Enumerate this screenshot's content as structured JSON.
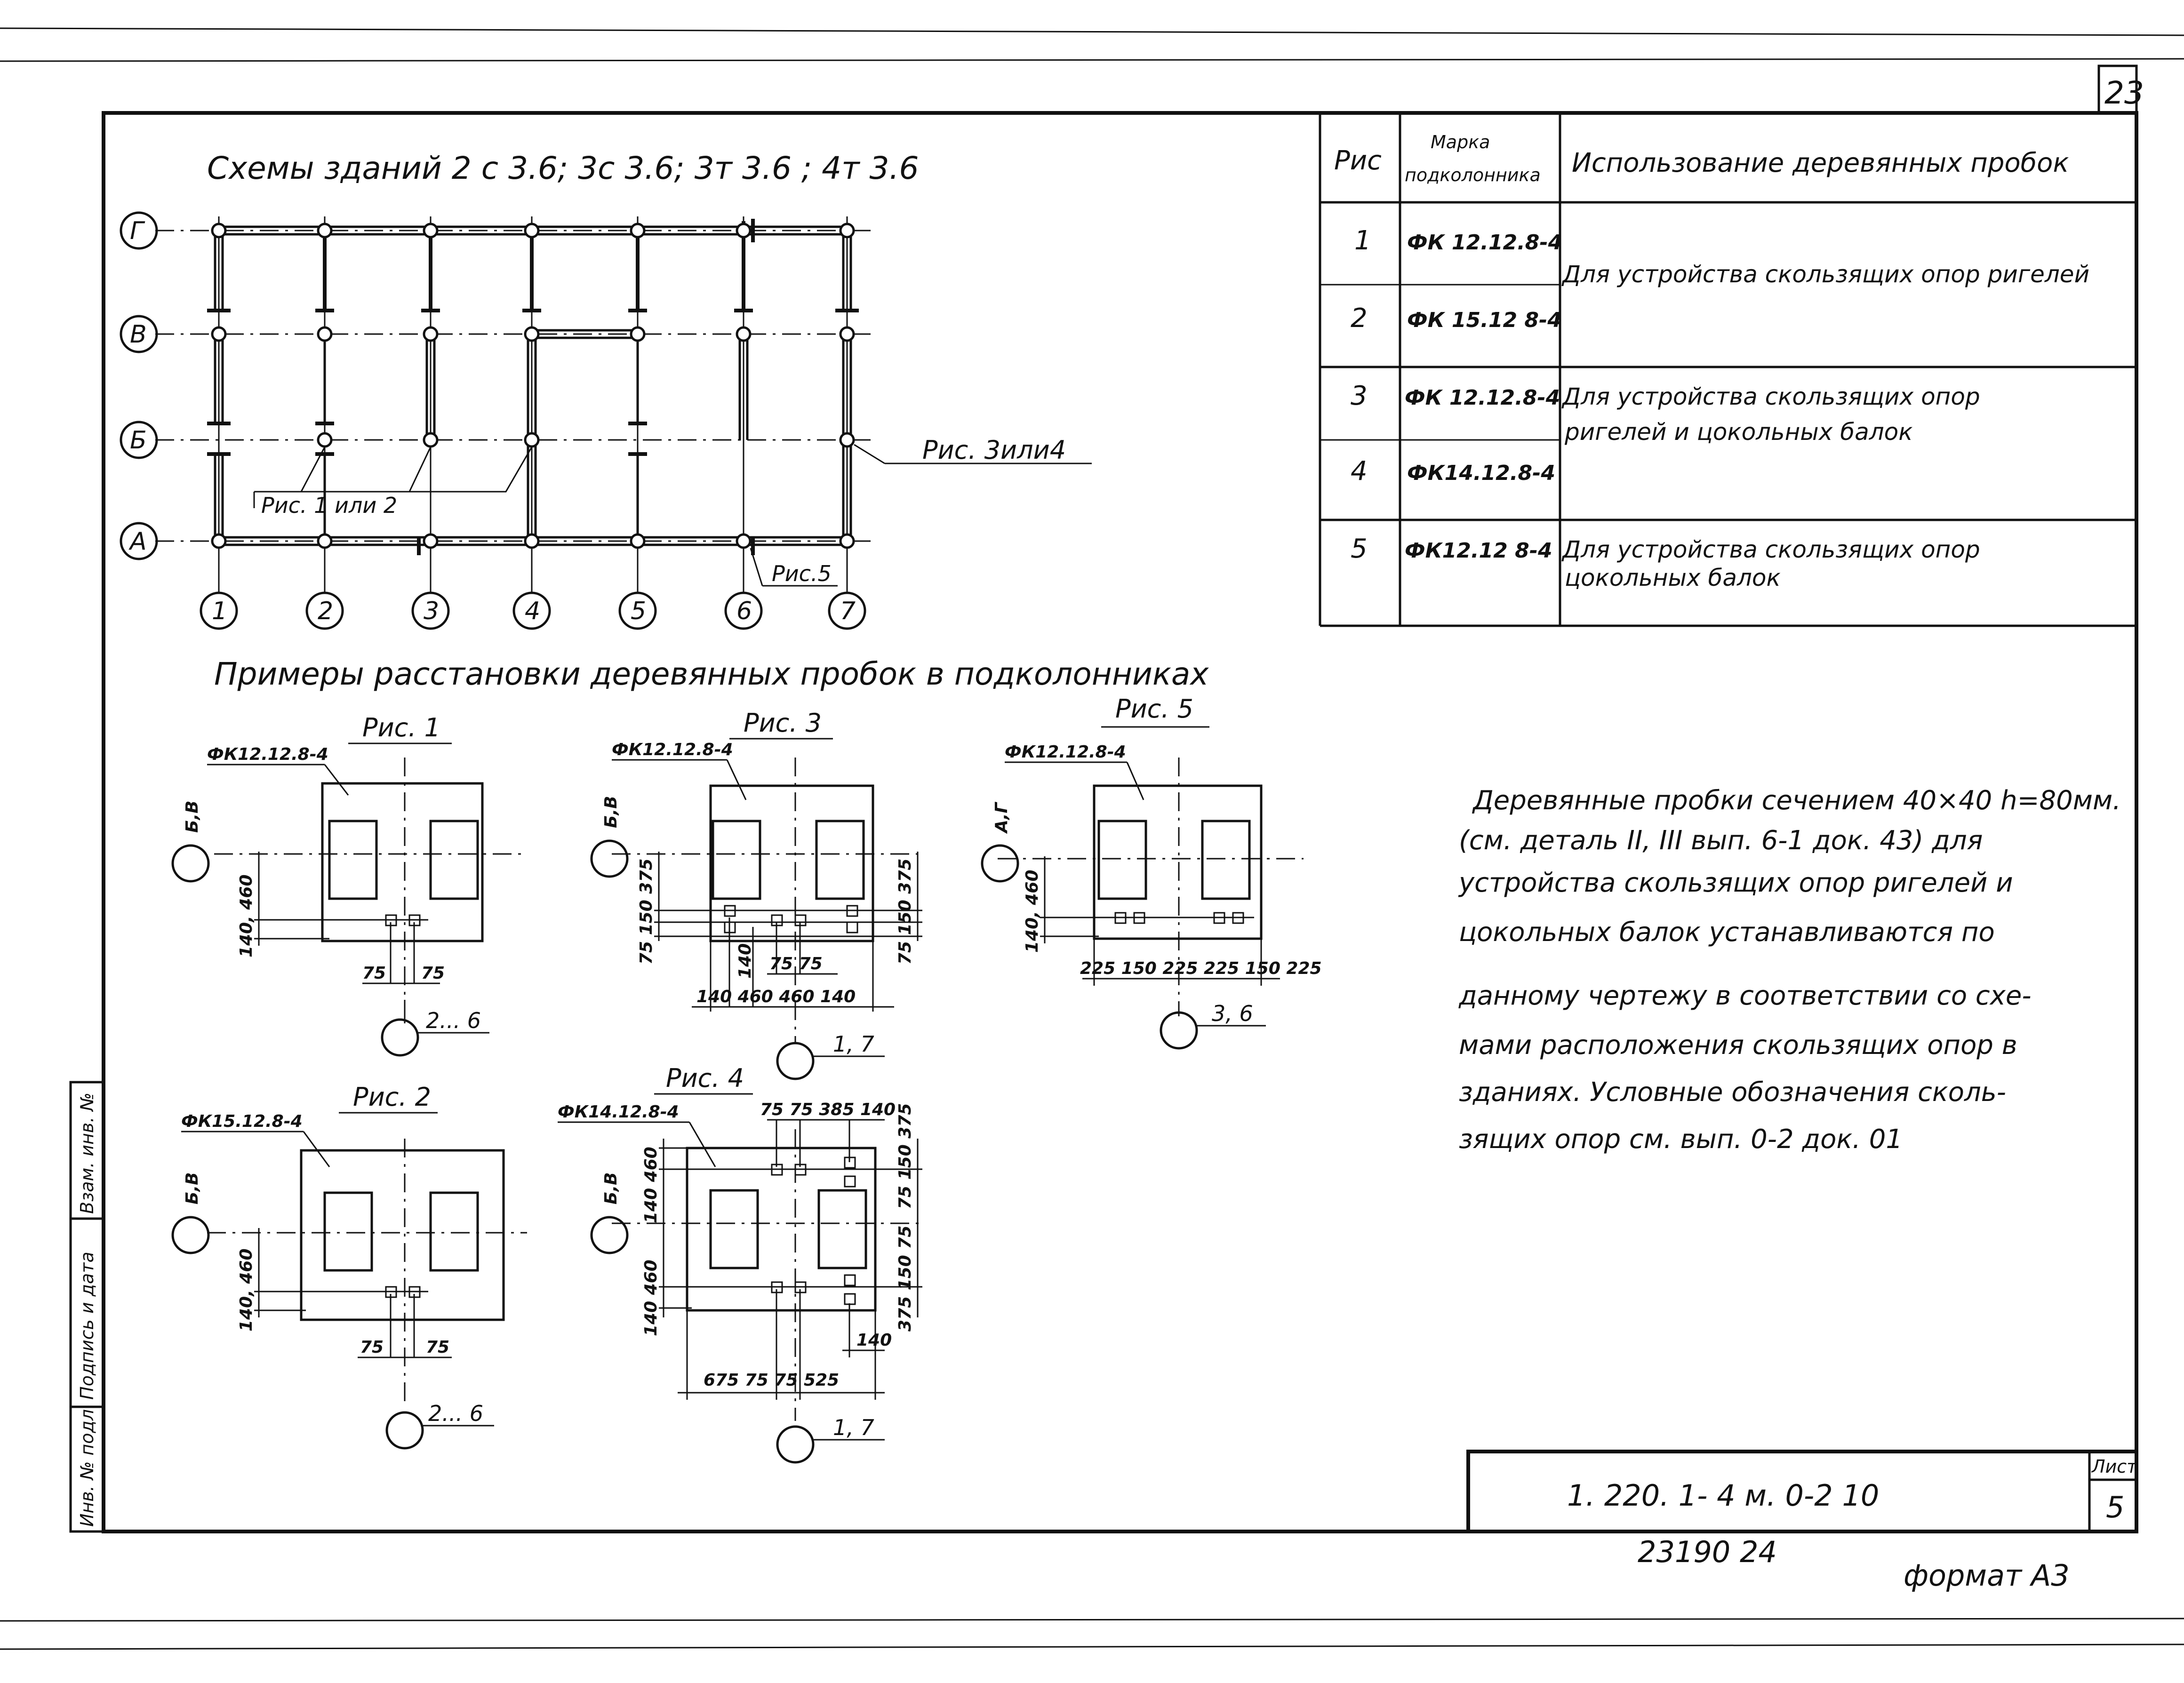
{
  "sheet_number": "23",
  "scheme_title": "Схемы зданий  2 с 3.6;  3с 3.6;  3т 3.6 ;  4т 3.6",
  "axes": {
    "rows": [
      "Г",
      "В",
      "Б",
      "А"
    ],
    "columns": [
      "1",
      "2",
      "3",
      "4",
      "5",
      "6",
      "7"
    ]
  },
  "scheme_callouts": {
    "fig1or2": "Рис. 1 или 2",
    "fig3or4": "Рис. 3или4",
    "fig5": "Рис.5"
  },
  "table": {
    "headers": {
      "fig": "Рис",
      "mark_line1": "Марка",
      "mark_line2": "подколонника",
      "usage": "Использование  деревянных   пробок"
    },
    "rows": [
      {
        "fig": "1",
        "mark": "ФК 12.12.8-4"
      },
      {
        "fig": "2",
        "mark": "ФК 15.12 8-4"
      },
      {
        "fig": "3",
        "mark": "ФК 12.12.8-4"
      },
      {
        "fig": "4",
        "mark": "ФК14.12.8-4"
      },
      {
        "fig": "5",
        "mark": "ФК12.12 8-4"
      }
    ],
    "usages": [
      {
        "line1": "Для устройства скользящих опор ригелей",
        "line2": ""
      },
      {
        "line1": "Для  устройства  скользящих   опор",
        "line2": "ригелей   и   цокольных   балок"
      },
      {
        "line1": "Для  устройства  скользящих  опор",
        "line2": "цокольных  балок"
      }
    ]
  },
  "examples_title": "Примеры  расстановки   деревянных  пробок   в  подколонниках",
  "figures": {
    "fig1": {
      "title": "Рис. 1",
      "mark": "ФК12.12.8-4",
      "axis_row": "Б,В",
      "axis_col": "2... 6",
      "dims_v": "140, 460",
      "dims_h1": "75",
      "dims_h2": "75"
    },
    "fig2": {
      "title": "Рис. 2",
      "mark": "ФК15.12.8-4",
      "axis_row": "Б,В",
      "axis_col": "2... 6",
      "dims_v": "140, 460",
      "dims_h1": "75",
      "dims_h2": "75"
    },
    "fig3": {
      "title": "Рис. 3",
      "mark": "ФК12.12.8-4",
      "axis_row": "Б,В",
      "axis_col": "1, 7",
      "dims_left": "75 150 375",
      "dims_right": "75 150 375",
      "dim_140": "140",
      "dims_mid": "75   75",
      "dims_bottom": "140 460  460  140"
    },
    "fig4": {
      "title": "Рис. 4",
      "mark": "ФК14.12.8-4",
      "axis_row": "Б,В",
      "axis_col": "1, 7",
      "dims_top": "75 75 385 140",
      "dims_left1": "140  460",
      "dims_left2": "140  460",
      "dims_right1": "75 150 375",
      "dims_right2": "375 150 75",
      "dim_140": "140",
      "dims_bottom": "675   75 75   525"
    },
    "fig5": {
      "title": "Рис. 5",
      "mark": "ФК12.12.8-4",
      "axis_row": "А,Г",
      "axis_col": "3, 6",
      "dims_v": "140, 460",
      "dims_bottom": "225 150 225 225 150 225"
    }
  },
  "note_lines": [
    "Деревянные пробки сечением 40×40  h=80мм.",
    "(см. деталь II, III вып. 6-1 док. 43) для",
    "устройства скользящих опор ригелей и",
    "цокольных балок   устанавливаются по",
    "данному чертежу в соответствии со схе-",
    "мами расположения скользящих опор в",
    "зданиях. Условные обозначения сколь-",
    "зящих опор  см. вып. 0-2  док. 01"
  ],
  "stamp": {
    "code": "1. 220. 1- 4 м. 0-2      10",
    "sheet_label": "Лист",
    "sheet_value": "5"
  },
  "bottom": {
    "inventory": "23190   24",
    "format": "формат А3"
  },
  "side_stamp": {
    "cell1": "Взам. инв. №",
    "cell2": "Подпись и дата",
    "cell3": "Инв. № подл."
  }
}
